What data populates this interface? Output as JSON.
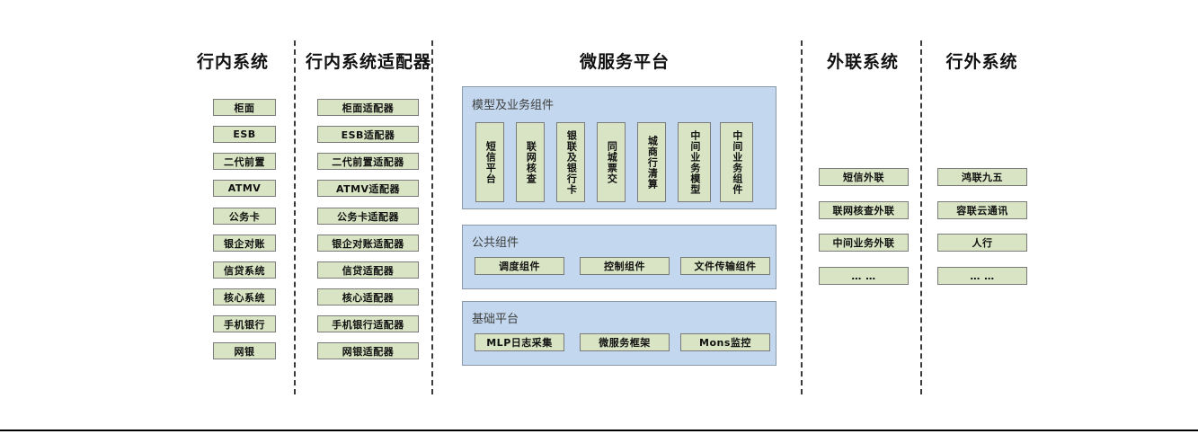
{
  "diagram": {
    "title_microservice": "微服务平台",
    "columns": [
      {
        "id": "in-bank-systems",
        "title": "行内系统",
        "items": [
          "柜面",
          "ESB",
          "二代前置",
          "ATMV",
          "公务卡",
          "银企对账",
          "信贷系统",
          "核心系统",
          "手机银行",
          "网银"
        ]
      },
      {
        "id": "in-bank-adapters",
        "title": "行内系统适配器",
        "items": [
          "柜面适配器",
          "ESB适配器",
          "二代前置适配器",
          "ATMV适配器",
          "公务卡适配器",
          "银企对账适配器",
          "信贷适配器",
          "核心适配器",
          "手机银行适配器",
          "网银适配器"
        ]
      },
      {
        "id": "external-link-systems",
        "title": "外联系统",
        "items": [
          "短信外联",
          "联网核查外联",
          "中间业务外联",
          "… …"
        ]
      },
      {
        "id": "outside-bank-systems",
        "title": "行外系统",
        "items": [
          "鸿联九五",
          "容联云通讯",
          "人行",
          "… …"
        ]
      }
    ],
    "panels": [
      {
        "id": "model-business-components",
        "title": "模型及业务组件",
        "items": [
          "短信平台",
          "联网核查",
          "银联及银行卡",
          "同城票交",
          "城商行清算",
          "中间业务模型",
          "中间业务组件"
        ]
      },
      {
        "id": "public-components",
        "title": "公共组件",
        "items": [
          "调度组件",
          "控制组件",
          "文件传输组件"
        ]
      },
      {
        "id": "base-platform",
        "title": "基础平台",
        "items": [
          "MLP日志采集",
          "微服务框架",
          "Mons监控"
        ]
      }
    ],
    "colors": {
      "node_fill": "#d8e4c3",
      "node_border": "#7a7a7a",
      "panel_fill": "#c3d8ee",
      "panel_border": "#8a9aa8",
      "divider": "#3b3b3b",
      "text": "#111111"
    }
  }
}
